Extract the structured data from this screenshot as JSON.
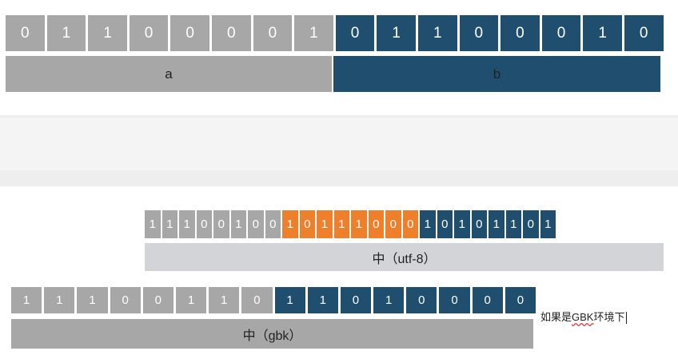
{
  "top": {
    "bits_a": [
      "0",
      "1",
      "1",
      "0",
      "0",
      "0",
      "0",
      "1"
    ],
    "bits_b": [
      "0",
      "1",
      "1",
      "0",
      "0",
      "0",
      "1",
      "0"
    ],
    "label_a": "a",
    "label_b": "b"
  },
  "utf8": {
    "bits_byte1": [
      "1",
      "1",
      "1",
      "0",
      "0",
      "1",
      "0",
      "0"
    ],
    "bits_byte2": [
      "1",
      "0",
      "1",
      "1",
      "1",
      "0",
      "0",
      "0"
    ],
    "bits_byte3": [
      "1",
      "0",
      "1",
      "0",
      "1",
      "1",
      "0",
      "1"
    ],
    "label": "中（utf-8）"
  },
  "gbk": {
    "bits_byte1": [
      "1",
      "1",
      "1",
      "0",
      "0",
      "1",
      "1",
      "0"
    ],
    "bits_byte2": [
      "1",
      "1",
      "0",
      "1",
      "0",
      "0",
      "0",
      "0"
    ],
    "label": "中（gbk）"
  },
  "note": {
    "prefix": "如果是",
    "underlined": "GBK",
    "suffix": "环境下"
  },
  "colors": {
    "gray": "#a6a7a6",
    "navy": "#1f4e6e",
    "orange": "#f07f2c",
    "light_gray": "#d2d4d7"
  }
}
